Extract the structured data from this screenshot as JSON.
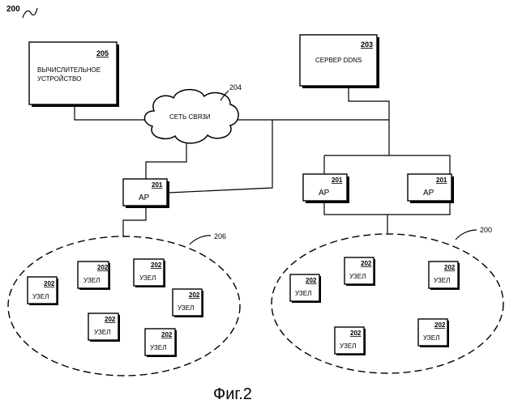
{
  "figure_ref": "200",
  "figure_caption": "Фиг.2",
  "computing_device": {
    "ref": "205",
    "line1": "ВЫЧИСЛИТЕЛЬНОЕ",
    "line2": "УСТРОЙСТВО"
  },
  "ddns_server": {
    "ref": "203",
    "label": "СЕРВЕР DDNS"
  },
  "network": {
    "ref": "204",
    "label": "СЕТЬ СВЯЗИ"
  },
  "access_points": [
    {
      "ref": "201",
      "label": "AP"
    },
    {
      "ref": "201",
      "label": "AP"
    },
    {
      "ref": "201",
      "label": "AP"
    }
  ],
  "mesh_left": {
    "ref": "206",
    "nodes": [
      {
        "ref": "202",
        "label": "УЗЕЛ"
      },
      {
        "ref": "202",
        "label": "УЗЕЛ"
      },
      {
        "ref": "202",
        "label": "УЗЕЛ"
      },
      {
        "ref": "202",
        "label": "УЗЕЛ"
      },
      {
        "ref": "202",
        "label": "УЗЕЛ"
      },
      {
        "ref": "202",
        "label": "УЗЕЛ"
      }
    ]
  },
  "mesh_right": {
    "ref": "200",
    "nodes": [
      {
        "ref": "202",
        "label": "УЗЕЛ"
      },
      {
        "ref": "202",
        "label": "УЗЕЛ"
      },
      {
        "ref": "202",
        "label": "УЗЕЛ"
      },
      {
        "ref": "202",
        "label": "УЗЕЛ"
      },
      {
        "ref": "202",
        "label": "УЗЕЛ"
      }
    ]
  }
}
